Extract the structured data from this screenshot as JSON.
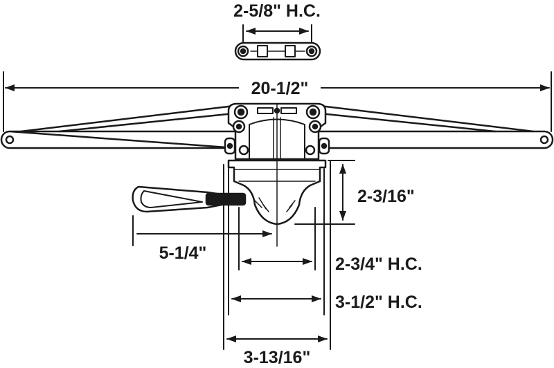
{
  "dimensions": {
    "top_hc": "2-5/8\" H.C.",
    "overall": "20-1/2\"",
    "depth": "2-3/16\"",
    "handle": "5-1/4\"",
    "hc_inner": "2-3/4\" H.C.",
    "hc_outer": "3-1/2\" H.C.",
    "base_width": "3-13/16\""
  },
  "colors": {
    "line": "#1a1a1a",
    "background": "#ffffff"
  }
}
